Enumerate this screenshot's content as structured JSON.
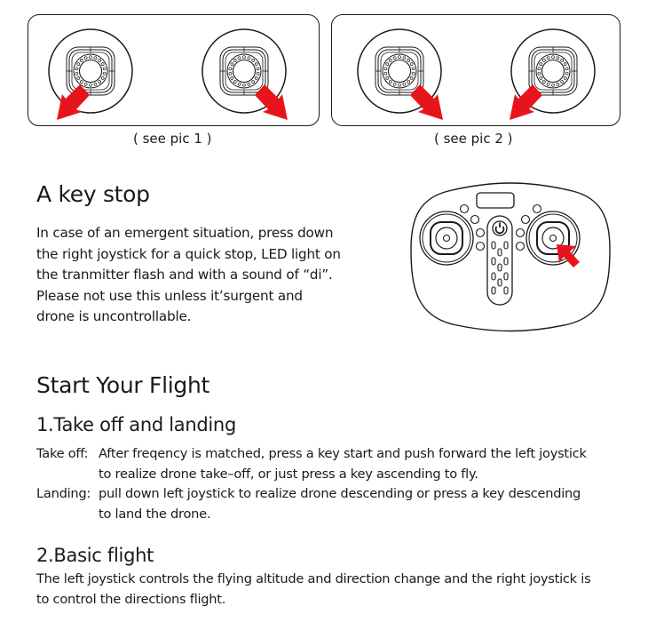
{
  "figures": {
    "pic1": {
      "caption": "( see pic 1 )",
      "left_stick_arrow": "down-left",
      "right_stick_arrow": "down-right"
    },
    "pic2": {
      "caption": "( see pic 2 )",
      "left_stick_arrow": "down-right",
      "right_stick_arrow": "down-left"
    },
    "arrow_color": "#e8141c"
  },
  "key_stop": {
    "title": "A key stop",
    "lines": [
      "In case of an emergent situation, press down",
      "the right joystick for a quick stop, LED light on",
      "the tranmitter flash and with a sound of “di”.",
      "Please not use this unless it’surgent  and",
      "drone is uncontrollable."
    ],
    "illustration": "transmitter-with-right-joystick-press-arrow"
  },
  "start_flight": {
    "title": "Start Your Flight",
    "section1": {
      "title": "1.Take off and landing",
      "takeoff_label": "Take off:",
      "takeoff_lines": [
        "After freqency is matched, press a key start and push forward the left joystick",
        "to realize drone take–off, or just press a key ascending to fly."
      ],
      "landing_label": "Landing:",
      "landing_lines": [
        "pull down left joystick to realize drone descending or press a key descending",
        "to land the drone."
      ]
    },
    "section2": {
      "title": "2.Basic flight",
      "lines": [
        "The left joystick controls the flying altitude and direction change and the right joystick is",
        "to control the directions flight."
      ]
    }
  }
}
